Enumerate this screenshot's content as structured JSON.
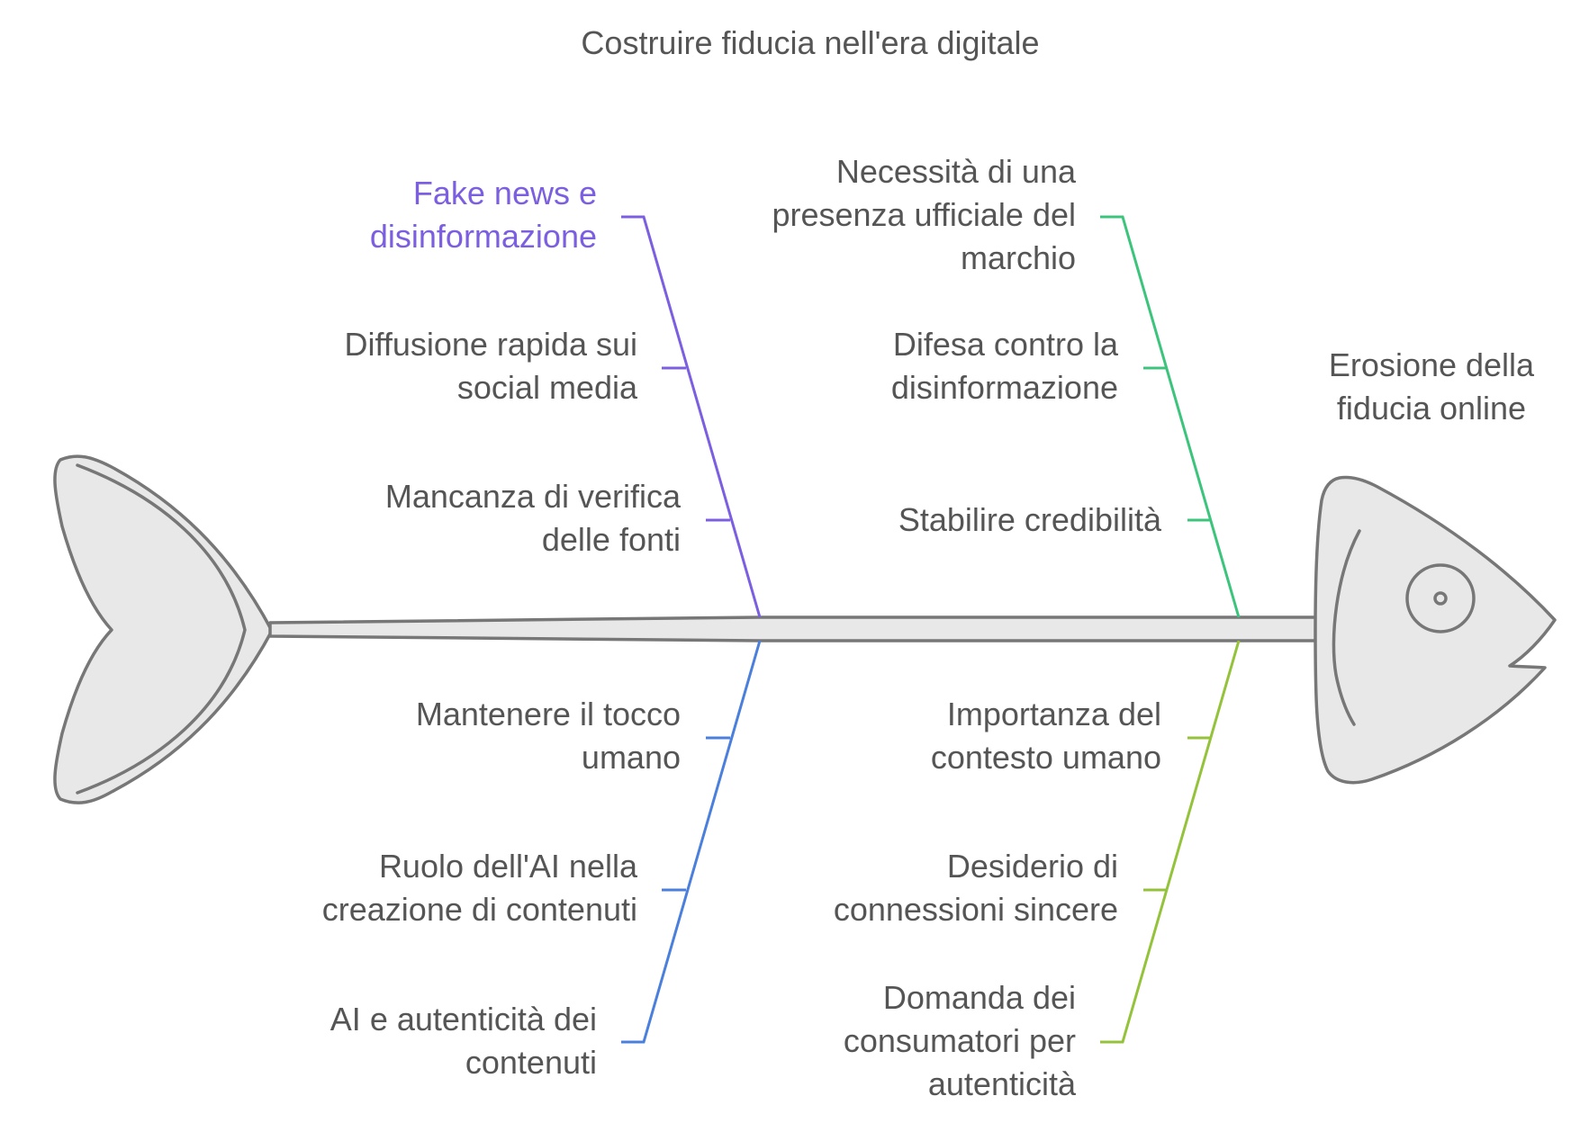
{
  "title": "Costruire fiducia nell'era digitale",
  "head_label": "Erosione della\nfiducia online",
  "colors": {
    "spine_fill": "#e8e8e8",
    "outline": "#777777",
    "text": "#555555",
    "branch_top_left": "#7b5fe0",
    "branch_top_right": "#3cc47c",
    "branch_bottom_left": "#4a7fdc",
    "branch_bottom_right": "#94c23a"
  },
  "categories": [
    {
      "id": "top-left",
      "label": "Fake news e\ndisinformazione",
      "color": "#7b5fe0",
      "causes": [
        "Diffusione rapida sui\nsocial media",
        "Mancanza di verifica\ndelle fonti"
      ]
    },
    {
      "id": "top-right",
      "label": "Necessità di una\npresenza ufficiale del\nmarchio",
      "color": "#3cc47c",
      "causes": [
        "Difesa contro la\ndisinformazione",
        "Stabilire credibilità"
      ]
    },
    {
      "id": "bottom-left",
      "label": "AI e autenticità dei\ncontenuti",
      "color": "#4a7fdc",
      "causes": [
        "Mantenere il tocco\numano",
        "Ruolo dell'AI nella\ncreazione di contenuti"
      ]
    },
    {
      "id": "bottom-right",
      "label": "Domanda dei\nconsumatori per\nautenticità",
      "color": "#94c23a",
      "causes": [
        "Importanza del\ncontesto umano",
        "Desiderio di\nconnessioni sincere"
      ]
    }
  ]
}
